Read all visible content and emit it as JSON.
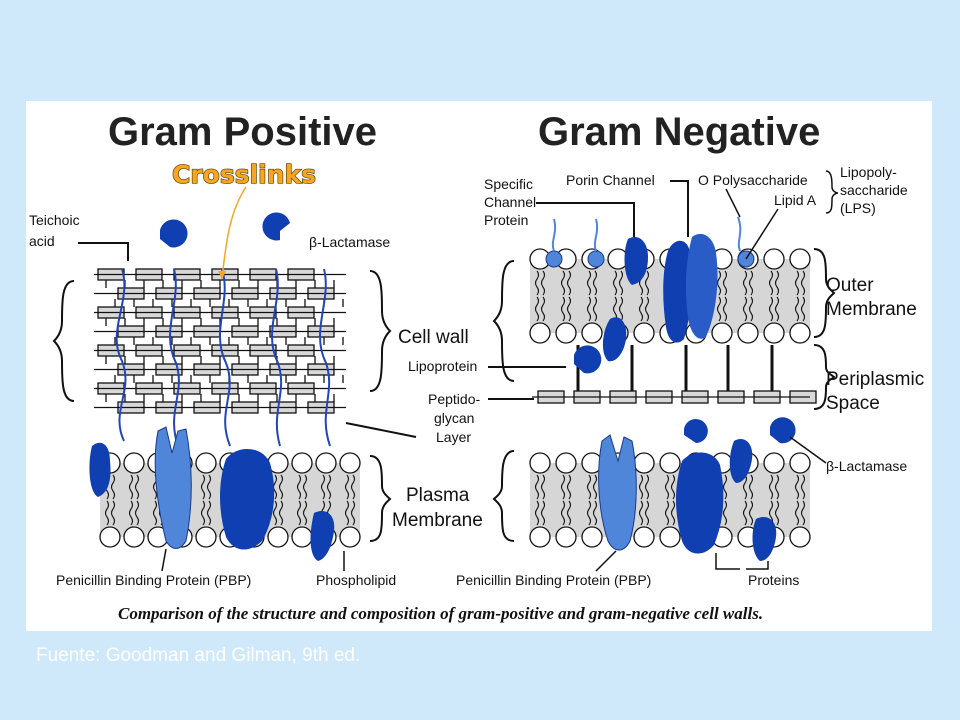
{
  "titles": {
    "gram_positive": "Gram Positive",
    "gram_negative": "Gram Negative"
  },
  "labels": {
    "crosslinks": "Crosslinks",
    "teichoic_1": "Teichoic",
    "teichoic_2": "acid",
    "beta_lactamase_left": "β-Lactamase",
    "cell_wall": "Cell wall",
    "lipoprotein": "Lipoprotein",
    "peptido_1": "Peptido-",
    "peptido_2": "glycan",
    "peptido_3": "Layer",
    "plasma_1": "Plasma",
    "plasma_2": "Membrane",
    "pbp_left": "Penicillin Binding Protein (PBP)",
    "phospholipid": "Phospholipid",
    "specific_1": "Specific",
    "specific_2": "Channel",
    "specific_3": "Protein",
    "porin": "Porin Channel",
    "o_poly": "O Polysaccharide",
    "lipid_a": "Lipid A",
    "lps_1": "Lipopoly-",
    "lps_2": "saccharide",
    "lps_3": "(LPS)",
    "outer_1": "Outer",
    "outer_2": "Membrane",
    "peri_1": "Periplasmic",
    "peri_2": "Space",
    "beta_lactamase_right": "β-Lactamase",
    "pbp_right": "Penicillin Binding Protein (PBP)",
    "proteins": "Proteins"
  },
  "caption": "Comparison of the structure and composition of gram-positive and gram-negative cell walls.",
  "source": "Fuente: Goodman and Gilman, 9th ed.",
  "colors": {
    "background": "#cfe9fb",
    "protein_dark": "#0f3fb0",
    "protein_light": "#4f86d9",
    "crosslinks": "#f5a623"
  }
}
